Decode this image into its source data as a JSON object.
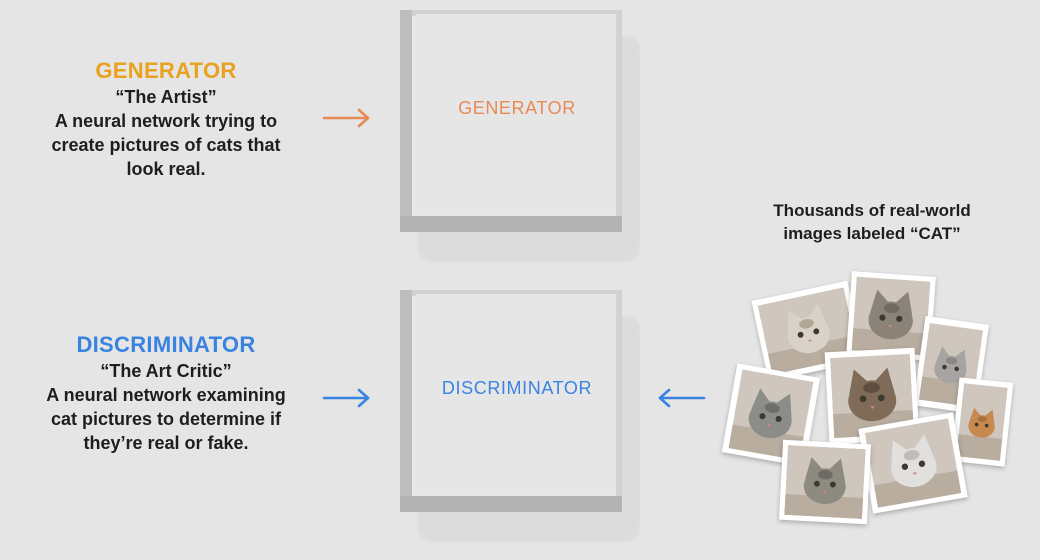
{
  "generator": {
    "heading": "GENERATOR",
    "subtitle": "“The Artist”",
    "description_lines": [
      "A neural network trying to",
      "create pictures of cats that",
      "look real."
    ],
    "box_label": "GENERATOR"
  },
  "discriminator": {
    "heading": "DISCRIMINATOR",
    "subtitle": "“The Art Critic”",
    "description_lines": [
      "A neural network examining",
      "cat pictures to determine if",
      "they’re real or fake."
    ],
    "box_label": "DISCRIMINATOR"
  },
  "dataset": {
    "caption_lines": [
      "Thousands of real-world",
      "images labeled “CAT”"
    ],
    "photos": [
      {
        "name": "cat-photo-sleeping-white",
        "fur": "#d8d2c8",
        "accent": "#8f7a64"
      },
      {
        "name": "cat-photo-green-eyes",
        "fur": "#8b8378",
        "accent": "#5b534a"
      },
      {
        "name": "cat-photo-grey-sitting",
        "fur": "#a7a4a1",
        "accent": "#6f6b68"
      },
      {
        "name": "cat-photo-tabby-left",
        "fur": "#8c8c88",
        "accent": "#4d4d4a"
      },
      {
        "name": "cat-photo-kitten-box",
        "fur": "#7f6b58",
        "accent": "#3e3128"
      },
      {
        "name": "cat-photo-orange-kitten",
        "fur": "#c8894f",
        "accent": "#8a5a30"
      },
      {
        "name": "cat-photo-fluffy-blue-eyes",
        "fur": "#e2e0de",
        "accent": "#9c9a98"
      },
      {
        "name": "cat-photo-grey-face",
        "fur": "#8d8a82",
        "accent": "#4f4c46"
      }
    ]
  },
  "colors": {
    "generator_heading": "#e8a21e",
    "generator_accent": "#e88a55",
    "discriminator_accent": "#3b83e0",
    "background": "#e5e5e5"
  }
}
